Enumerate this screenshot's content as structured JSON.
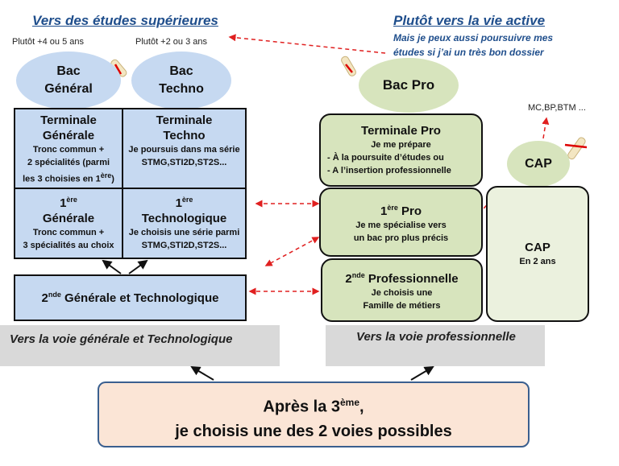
{
  "left": {
    "title": "Vers des études supérieures",
    "dur_general": "Plutôt +4 ou 5 ans",
    "dur_techno": "Plutôt +2 ou 3 ans",
    "bac_general": [
      "Bac",
      "Général"
    ],
    "bac_techno": [
      "Bac",
      "Techno"
    ],
    "term_gen": {
      "title": [
        "Terminale",
        "Générale"
      ],
      "lines": [
        "Tronc commun +",
        "2 spécialités (parmi",
        "les 3 choisies en 1"
      ],
      "sup": "ère",
      ")": ")"
    },
    "term_tech": {
      "title": [
        "Terminale",
        "Techno"
      ],
      "lines": [
        "Je poursuis dans ma série",
        "STMG,STI2D,ST2S..."
      ]
    },
    "prem_gen": {
      "num": "1",
      "sup": "ère",
      "title": "Générale",
      "lines": [
        "Tronc commun +",
        "3 spécialités au choix"
      ]
    },
    "prem_tech": {
      "num": "1",
      "sup": "ère",
      "title": "Technologique",
      "lines": [
        "Je choisis une série parmi",
        "STMG,STI2D,ST2S..."
      ]
    },
    "seconde": {
      "num": "2",
      "sup": "nde",
      "title": " Générale et Technologique"
    },
    "band": "Vers la voie générale  et  Technologique"
  },
  "right": {
    "title": "Plutôt vers la vie active",
    "subtitle": [
      "Mais je peux aussi poursuivre mes",
      "études si j’ai un très bon dossier"
    ],
    "bac_pro": "Bac Pro",
    "term_pro": {
      "title": "Terminale Pro",
      "lines": [
        "Je me prépare",
        "-  À la poursuite d’études ou",
        "-  A  l’insertion professionnelle"
      ]
    },
    "prem_pro": {
      "num": "1",
      "sup": "ère",
      "title": " Pro",
      "lines": [
        "Je me spécialise vers",
        "un bac pro plus précis"
      ]
    },
    "seconde_pro": {
      "num": "2",
      "sup": "nde",
      "title": " Professionnelle",
      "lines": [
        "Je choisis une",
        "Famille de métiers"
      ]
    },
    "cap_ellipse": "CAP",
    "cap_box": {
      "title": "CAP",
      "sub": "En 2 ans"
    },
    "after_cap": "MC,BP,BTM ...",
    "band": "Vers la voie professionnelle"
  },
  "bottom": {
    "line1": "Après la 3",
    "sup": "ème",
    "comma": ",",
    "line2": "je choisis une des 2 voies possibles"
  },
  "colors": {
    "blue": "#c6d9f1",
    "green": "#d7e4bd",
    "title": "#1f4e8c",
    "arrow": "#e02020"
  }
}
